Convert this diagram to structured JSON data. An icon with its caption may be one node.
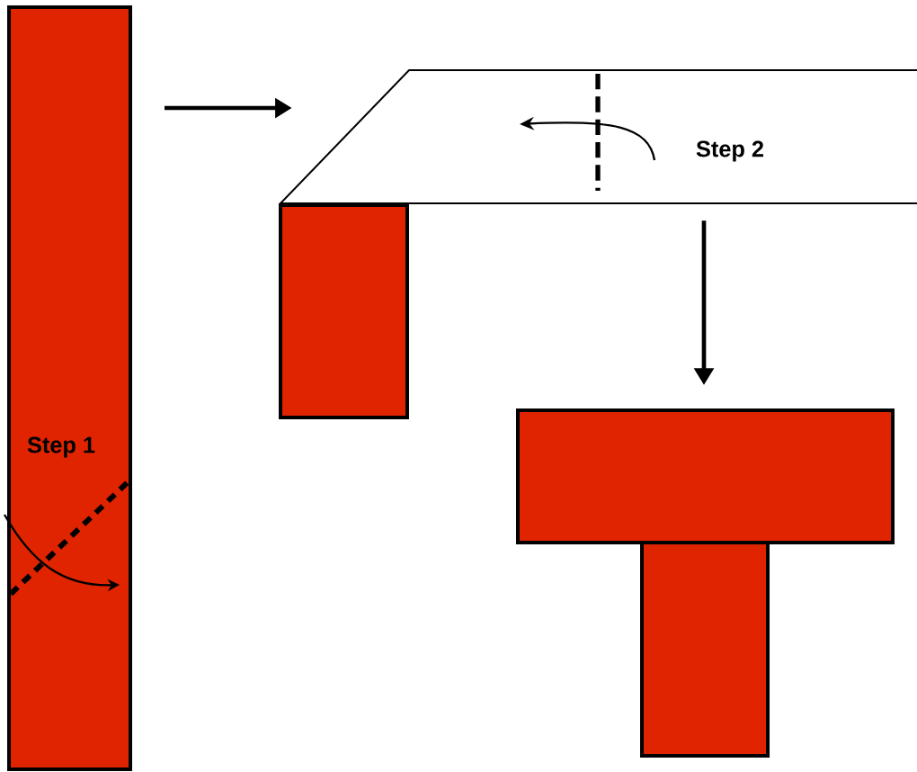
{
  "diagram": {
    "nodes": [
      {
        "text": [
          "Step 1"
        ]
      },
      {
        "text": [
          "Step 2"
        ]
      },
      {
        "text": [],
        "shape": "box"
      },
      {
        "text": [],
        "shape": "box"
      },
      {
        "text": [],
        "shape": "box"
      }
    ],
    "edges": [
      {
        "from": 0,
        "to": 1,
        "arrow": "to"
      },
      {
        "from": 1,
        "to": 3,
        "arrow": "to"
      }
    ]
  }
}
